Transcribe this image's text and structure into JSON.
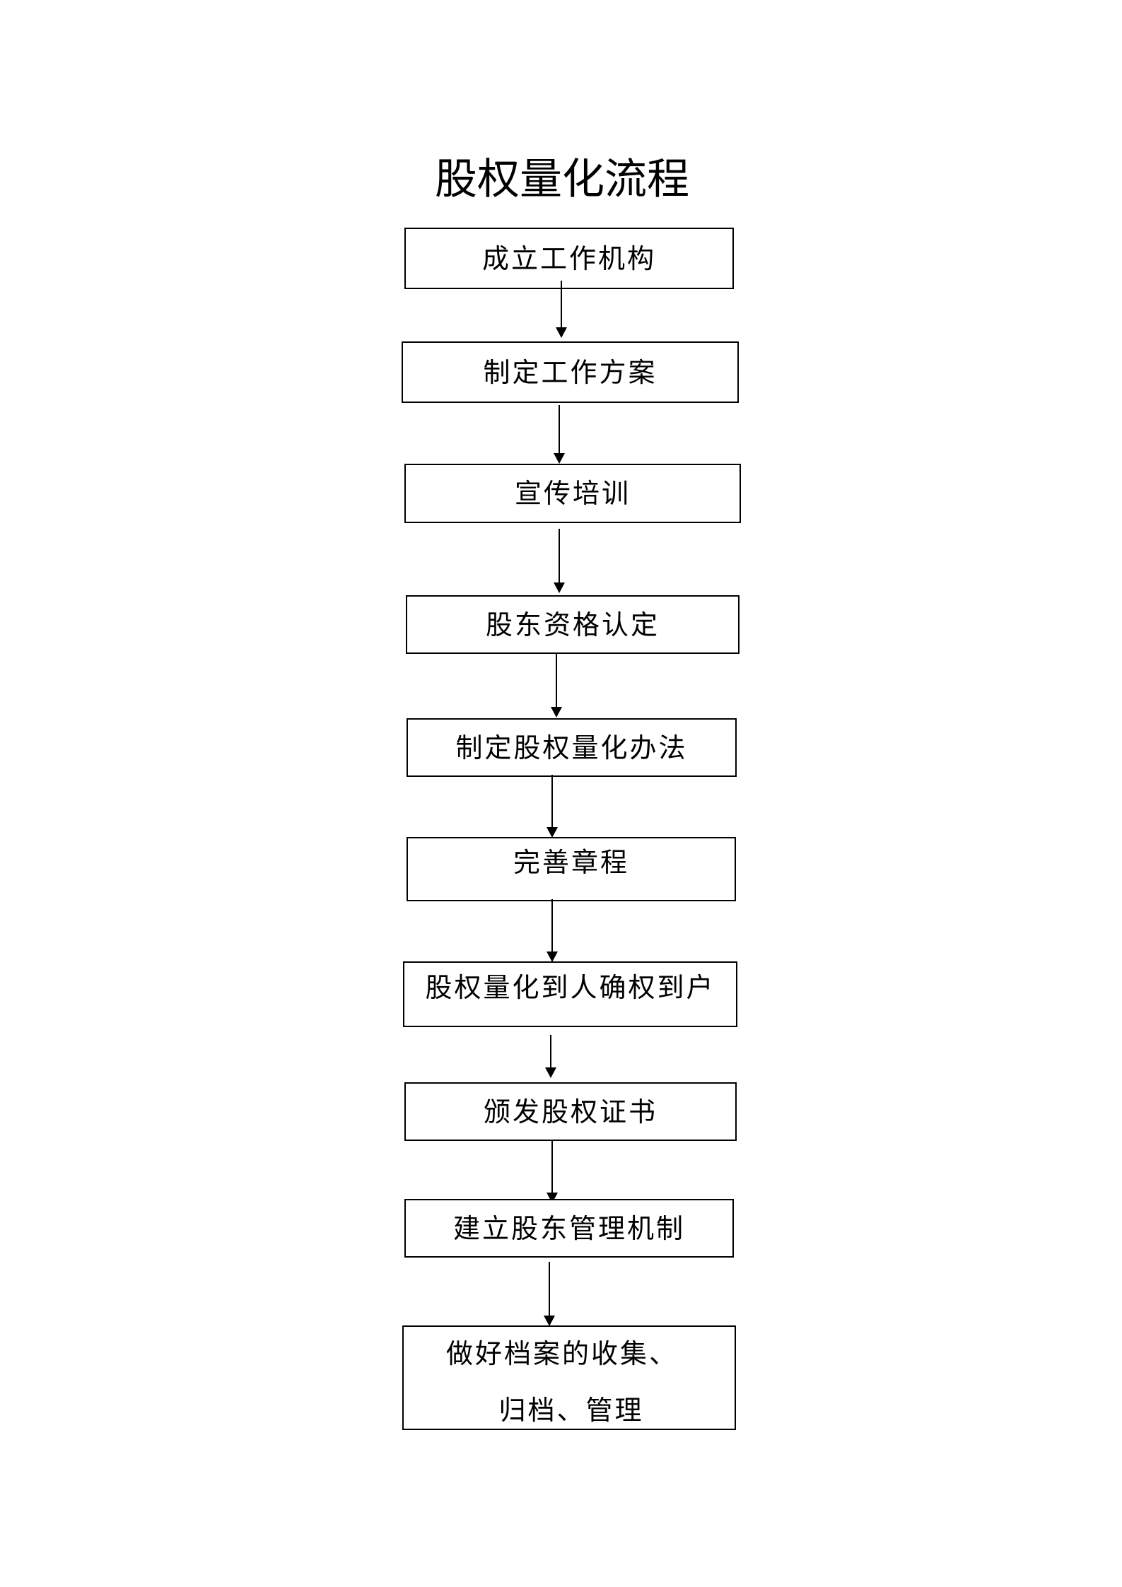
{
  "title": "股权量化流程",
  "colors": {
    "line": "#000000",
    "background": "#ffffff",
    "text": "#000000"
  },
  "steps": [
    {
      "label": "成立工作机构"
    },
    {
      "label": "制定工作方案"
    },
    {
      "label": "宣传培训"
    },
    {
      "label": "股东资格认定"
    },
    {
      "label": "制定股权量化办法"
    },
    {
      "label": "完善章程"
    },
    {
      "label": "股权量化到人确权到户"
    },
    {
      "label": "颁发股权证书"
    },
    {
      "label": "建立股东管理机制"
    },
    {
      "label": "做好档案的收集、归档、管理",
      "line1": "做好档案的收集、",
      "line2": "归档、管理"
    }
  ],
  "connectors": [
    {
      "from": 0,
      "to": 1,
      "type": "arrow-down"
    },
    {
      "from": 1,
      "to": 2,
      "type": "arrow-down"
    },
    {
      "from": 2,
      "to": 3,
      "type": "arrow-down"
    },
    {
      "from": 3,
      "to": 4,
      "type": "arrow-down"
    },
    {
      "from": 4,
      "to": 5,
      "type": "arrow-down"
    },
    {
      "from": 5,
      "to": 6,
      "type": "arrow-down"
    },
    {
      "from": 6,
      "to": 7,
      "type": "arrow-down"
    },
    {
      "from": 7,
      "to": 8,
      "type": "arrow-down"
    },
    {
      "from": 8,
      "to": 9,
      "type": "arrow-down"
    }
  ]
}
